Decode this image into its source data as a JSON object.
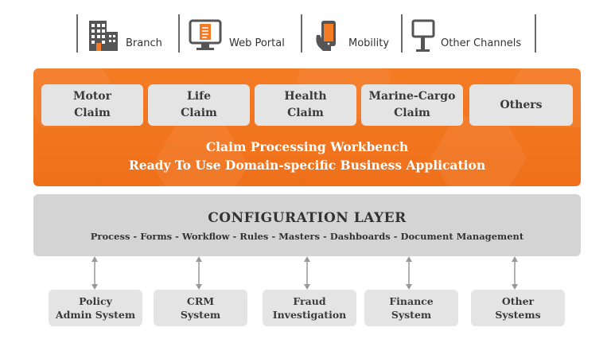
{
  "channels": [
    {
      "label": "Branch",
      "icon": "building-icon"
    },
    {
      "label": "Web Portal",
      "icon": "monitor-document-icon"
    },
    {
      "label": "Mobility",
      "icon": "mobile-hand-icon"
    },
    {
      "label": "Other Channels",
      "icon": "kiosk-icon"
    }
  ],
  "claim_types": [
    {
      "line1": "Motor",
      "line2": "Claim"
    },
    {
      "line1": "Life",
      "line2": "Claim"
    },
    {
      "line1": "Health",
      "line2": "Claim"
    },
    {
      "line1": "Marine-Cargo",
      "line2": "Claim"
    },
    {
      "line1": "Others",
      "line2": ""
    }
  ],
  "workbench": {
    "title": "Claim Processing Workbench",
    "subtitle": "Ready To Use Domain-specific Business Application"
  },
  "configuration": {
    "title": "CONFIGURATION LAYER",
    "items": "Process - Forms - Workflow - Rules - Masters - Dashboards - Document Management"
  },
  "systems": [
    {
      "line1": "Policy",
      "line2": "Admin System"
    },
    {
      "line1": "CRM",
      "line2": "System"
    },
    {
      "line1": "Fraud",
      "line2": "Investigation"
    },
    {
      "line1": "Finance",
      "line2": "System"
    },
    {
      "line1": "Other",
      "line2": "Systems"
    }
  ],
  "colors": {
    "orange": "#f47b24",
    "light_box": "#e4e4e4",
    "config_band": "#d4d4d4",
    "icon_accent": "#f47b24"
  }
}
